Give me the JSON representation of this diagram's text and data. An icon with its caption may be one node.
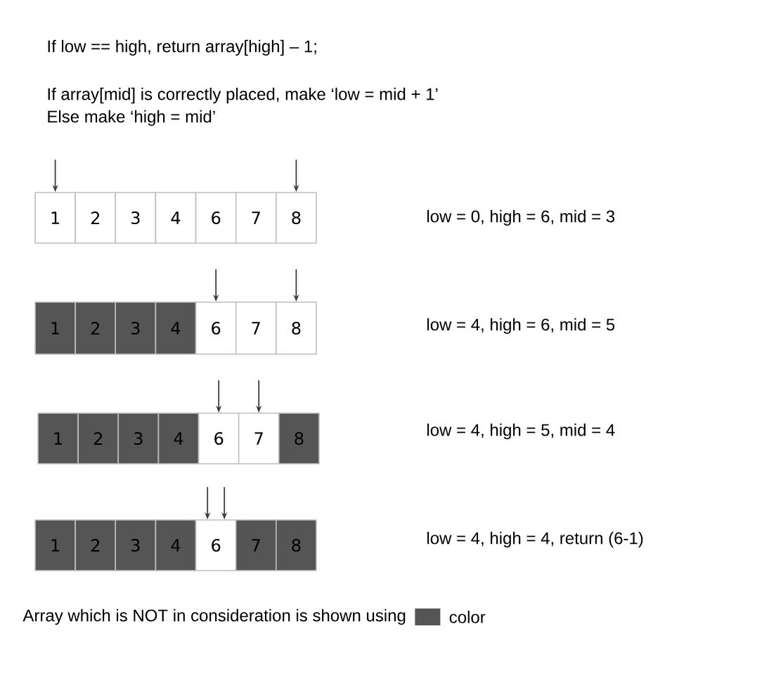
{
  "diagram": {
    "nodes": [
      {
        "text": [
          "1"
        ]
      },
      {
        "text": [
          "2"
        ]
      },
      {
        "text": [
          "3"
        ]
      },
      {
        "text": [
          "4"
        ]
      },
      {
        "text": [
          "6"
        ]
      },
      {
        "text": [
          "7"
        ]
      },
      {
        "text": [
          "8"
        ]
      },
      {
        "text": [
          "1"
        ]
      },
      {
        "text": [
          "2"
        ]
      },
      {
        "text": [
          "3"
        ]
      },
      {
        "text": [
          "4"
        ]
      },
      {
        "text": [
          "6"
        ]
      },
      {
        "text": [
          "7"
        ]
      },
      {
        "text": [
          "8"
        ]
      },
      {
        "text": [
          "1"
        ]
      },
      {
        "text": [
          "2"
        ]
      },
      {
        "text": [
          "3"
        ]
      },
      {
        "text": [
          "4"
        ]
      },
      {
        "text": [
          "6"
        ]
      },
      {
        "text": [
          "7"
        ]
      },
      {
        "text": [
          "8"
        ]
      },
      {
        "text": [
          "1"
        ]
      },
      {
        "text": [
          "2"
        ]
      },
      {
        "text": [
          "3"
        ]
      },
      {
        "text": [
          "4"
        ]
      },
      {
        "text": [
          "6"
        ]
      },
      {
        "text": [
          "7"
        ]
      },
      {
        "text": [
          "8"
        ]
      }
    ],
    "edges": [
      {
        "from": null,
        "to": 0,
        "arrow": "to"
      },
      {
        "from": null,
        "to": 6,
        "arrow": "to"
      },
      {
        "from": null,
        "to": 11,
        "arrow": "to"
      },
      {
        "from": null,
        "to": 13,
        "arrow": "to"
      },
      {
        "from": null,
        "to": 18,
        "arrow": "to"
      },
      {
        "from": null,
        "to": 19,
        "arrow": "to"
      },
      {
        "from": null,
        "to": 25,
        "arrow": "to"
      },
      {
        "from": null,
        "to": 25,
        "arrow": "to"
      }
    ],
    "labels": [
      "If low == high, return array[high] – 1;",
      "If array[mid] is correctly placed, make ‘low = mid + 1’",
      "Else make ‘high = mid’",
      "low = 0, high = 6, mid = 3",
      "low = 4, high = 6, mid = 5",
      "low = 4, high = 5, mid = 4",
      "low = 4, high = 4, return (6-1)",
      "color"
    ],
    "legend": [
      {
        "text": "Array which is NOT in consideration is shown using",
        "color": "#555555"
      }
    ]
  }
}
